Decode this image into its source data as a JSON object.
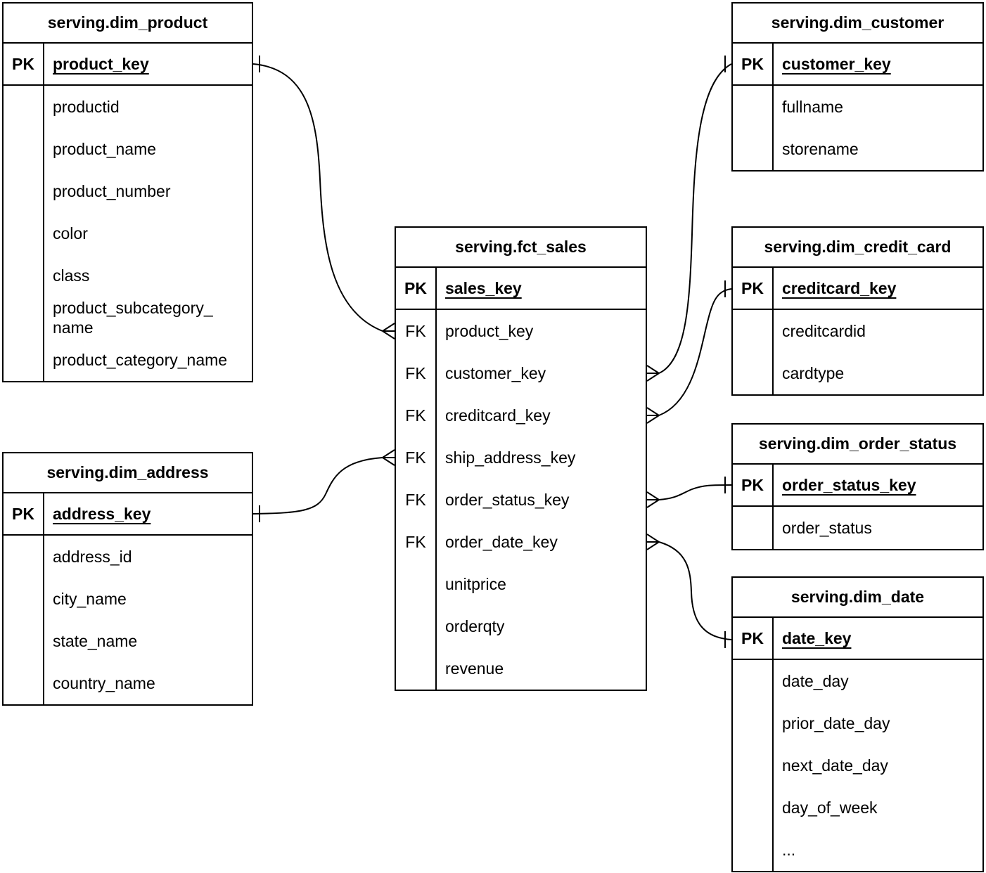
{
  "colors": {
    "background": "#ffffff",
    "line": "#000000",
    "text": "#000000"
  },
  "tables": [
    {
      "id": "dim_product",
      "title": "serving.dim_product",
      "pk": {
        "badge": "PK",
        "field": "product_key"
      },
      "fields": [
        {
          "badge": "",
          "name": "productid"
        },
        {
          "badge": "",
          "name": "product_name"
        },
        {
          "badge": "",
          "name": "product_number"
        },
        {
          "badge": "",
          "name": "color"
        },
        {
          "badge": "",
          "name": "class"
        },
        {
          "badge": "",
          "name": "product_subcategory_name"
        },
        {
          "badge": "",
          "name": "product_category_name"
        }
      ]
    },
    {
      "id": "dim_address",
      "title": "serving.dim_address",
      "pk": {
        "badge": "PK",
        "field": "address_key"
      },
      "fields": [
        {
          "badge": "",
          "name": "address_id"
        },
        {
          "badge": "",
          "name": "city_name"
        },
        {
          "badge": "",
          "name": "state_name"
        },
        {
          "badge": "",
          "name": "country_name"
        }
      ]
    },
    {
      "id": "fct_sales",
      "title": "serving.fct_sales",
      "pk": {
        "badge": "PK",
        "field": "sales_key"
      },
      "fields": [
        {
          "badge": "FK",
          "name": "product_key"
        },
        {
          "badge": "FK",
          "name": "customer_key"
        },
        {
          "badge": "FK",
          "name": "creditcard_key"
        },
        {
          "badge": "FK",
          "name": "ship_address_key"
        },
        {
          "badge": "FK",
          "name": "order_status_key"
        },
        {
          "badge": "FK",
          "name": "order_date_key"
        },
        {
          "badge": "",
          "name": "unitprice"
        },
        {
          "badge": "",
          "name": "orderqty"
        },
        {
          "badge": "",
          "name": "revenue"
        }
      ]
    },
    {
      "id": "dim_customer",
      "title": "serving.dim_customer",
      "pk": {
        "badge": "PK",
        "field": "customer_key"
      },
      "fields": [
        {
          "badge": "",
          "name": "fullname"
        },
        {
          "badge": "",
          "name": "storename"
        }
      ]
    },
    {
      "id": "dim_credit_card",
      "title": "serving.dim_credit_card",
      "pk": {
        "badge": "PK",
        "field": "creditcard_key"
      },
      "fields": [
        {
          "badge": "",
          "name": "creditcardid"
        },
        {
          "badge": "",
          "name": "cardtype"
        }
      ]
    },
    {
      "id": "dim_order_status",
      "title": "serving.dim_order_status",
      "pk": {
        "badge": "PK",
        "field": "order_status_key"
      },
      "fields": [
        {
          "badge": "",
          "name": "order_status"
        }
      ]
    },
    {
      "id": "dim_date",
      "title": "serving.dim_date",
      "pk": {
        "badge": "PK",
        "field": "date_key"
      },
      "fields": [
        {
          "badge": "",
          "name": "date_day"
        },
        {
          "badge": "",
          "name": "prior_date_day"
        },
        {
          "badge": "",
          "name": "next_date_day"
        },
        {
          "badge": "",
          "name": "day_of_week"
        },
        {
          "badge": "",
          "name": "..."
        }
      ]
    }
  ],
  "relationships": [
    {
      "from_table": "serving.fct_sales",
      "from_field": "product_key",
      "from_end": "many",
      "to_table": "serving.dim_product",
      "to_field": "product_key",
      "to_end": "one"
    },
    {
      "from_table": "serving.fct_sales",
      "from_field": "ship_address_key",
      "from_end": "many",
      "to_table": "serving.dim_address",
      "to_field": "address_key",
      "to_end": "one"
    },
    {
      "from_table": "serving.fct_sales",
      "from_field": "customer_key",
      "from_end": "many",
      "to_table": "serving.dim_customer",
      "to_field": "customer_key",
      "to_end": "one"
    },
    {
      "from_table": "serving.fct_sales",
      "from_field": "creditcard_key",
      "from_end": "many",
      "to_table": "serving.dim_credit_card",
      "to_field": "creditcard_key",
      "to_end": "one"
    },
    {
      "from_table": "serving.fct_sales",
      "from_field": "order_status_key",
      "from_end": "many",
      "to_table": "serving.dim_order_status",
      "to_field": "order_status_key",
      "to_end": "one"
    },
    {
      "from_table": "serving.fct_sales",
      "from_field": "order_date_key",
      "from_end": "many",
      "to_table": "serving.dim_date",
      "to_field": "date_key",
      "to_end": "one"
    }
  ]
}
